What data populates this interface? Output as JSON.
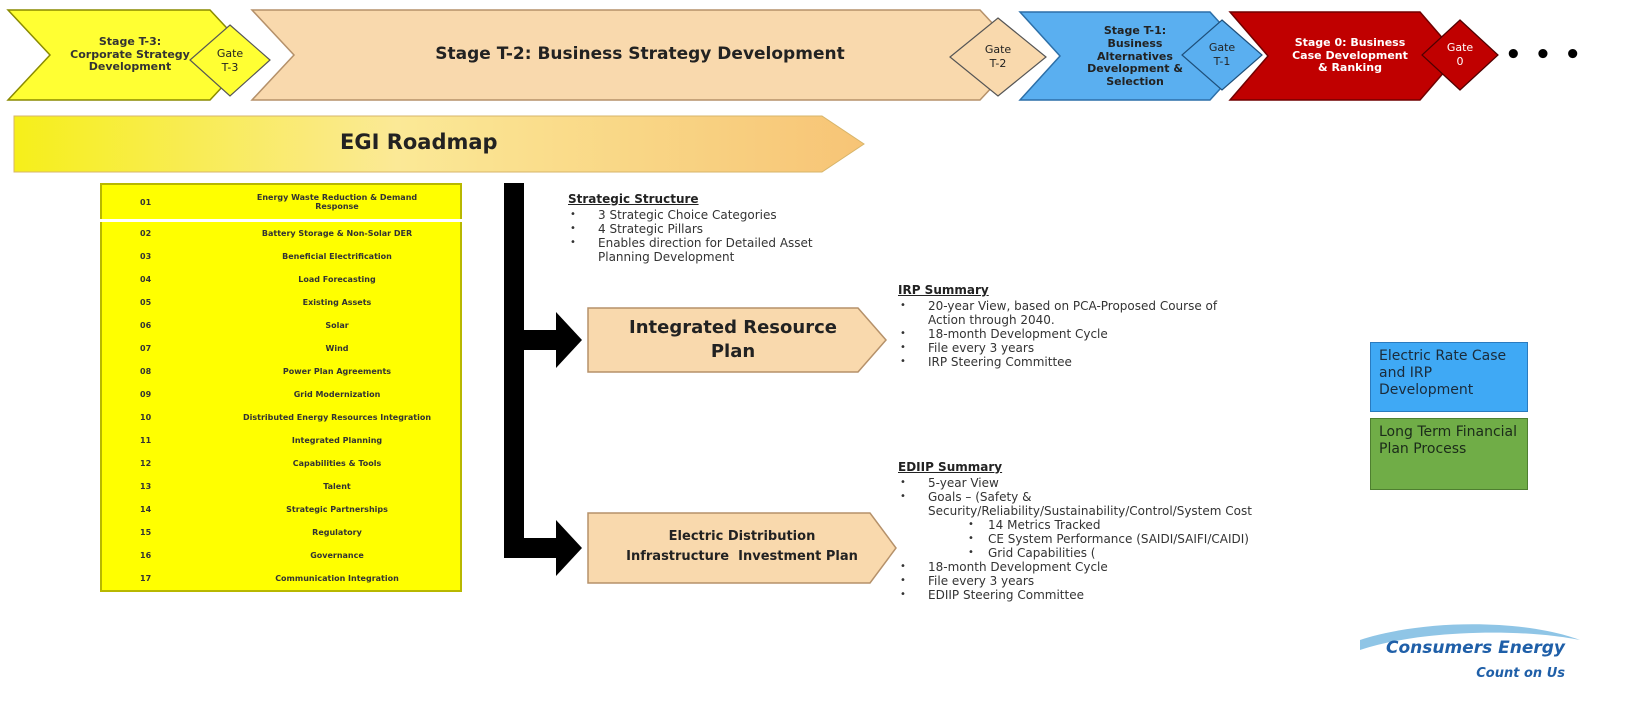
{
  "stages": [
    {
      "label": "Stage T-3: Corporate Strategy Development",
      "fill": "#ffff33",
      "text_color": "#333333"
    },
    {
      "label": "Stage T-2: Business Strategy Development",
      "fill": "#f9d9ad",
      "text_color": "#222222"
    },
    {
      "label": "Stage T-1: Business Alternatives Development & Selection",
      "fill": "#5aaff0",
      "text_color": "#222222"
    },
    {
      "label": "Stage 0: Business Case Development & Ranking",
      "fill": "#c00000",
      "text_color": "#ffffff"
    }
  ],
  "gates": [
    {
      "line1": "Gate",
      "line2": "T-3"
    },
    {
      "line1": "Gate",
      "line2": "T-2"
    },
    {
      "line1": "Gate",
      "line2": "T-1"
    },
    {
      "line1": "Gate",
      "line2": "0"
    }
  ],
  "continuation": "• • •",
  "roadmap": {
    "label": "EGI Roadmap"
  },
  "categories": [
    {
      "num": "01",
      "name": "Energy Waste Reduction & Demand Response"
    },
    {
      "num": "02",
      "name": "Battery Storage & Non-Solar DER"
    },
    {
      "num": "03",
      "name": "Beneficial Electrification"
    },
    {
      "num": "04",
      "name": "Load Forecasting"
    },
    {
      "num": "05",
      "name": "Existing Assets"
    },
    {
      "num": "06",
      "name": "Solar"
    },
    {
      "num": "07",
      "name": "Wind"
    },
    {
      "num": "08",
      "name": "Power Plan Agreements"
    },
    {
      "num": "09",
      "name": "Grid Modernization"
    },
    {
      "num": "10",
      "name": "Distributed Energy Resources Integration"
    },
    {
      "num": "11",
      "name": "Integrated Planning"
    },
    {
      "num": "12",
      "name": "Capabilities & Tools"
    },
    {
      "num": "13",
      "name": "Talent"
    },
    {
      "num": "14",
      "name": "Strategic Partnerships"
    },
    {
      "num": "15",
      "name": "Regulatory"
    },
    {
      "num": "16",
      "name": "Governance"
    },
    {
      "num": "17",
      "name": "Communication Integration"
    }
  ],
  "strategic_structure": {
    "title": "Strategic Structure",
    "items": [
      "3 Strategic Choice Categories",
      "4 Strategic Pillars",
      "Enables direction for Detailed Asset Planning Development"
    ]
  },
  "irp_box": {
    "line1": "Integrated Resource",
    "line2": "Plan"
  },
  "irp_summary": {
    "title": "IRP Summary",
    "items": [
      "20-year View, based on PCA-Proposed Course of Action through 2040.",
      "18-month Development Cycle",
      "File every 3 years",
      "IRP Steering Committee"
    ]
  },
  "ediip_box": {
    "line1": "Electric Distribution",
    "line2": "Infrastructure  Investment Plan"
  },
  "ediip_summary": {
    "title": "EDIIP Summary",
    "items": [
      "5-year View",
      "Goals – (Safety & Security/Reliability/Sustainability/Control/System Cost"
    ],
    "sub_items": [
      "14 Metrics Tracked",
      "CE System Performance  (SAIDI/SAIFI/CAIDI)",
      "Grid Capabilities ("
    ],
    "items_after": [
      "18-month Development Cycle",
      "File every 3 years",
      "EDIIP Steering Committee"
    ]
  },
  "legend": [
    {
      "label": "Electric Rate Case and IRP Development",
      "fill": "#3fa9f5"
    },
    {
      "label": "Long Term Financial Plan Process",
      "fill": "#70ad47"
    }
  ],
  "logo": {
    "name": "Consumers Energy",
    "tagline": "Count on Us"
  }
}
